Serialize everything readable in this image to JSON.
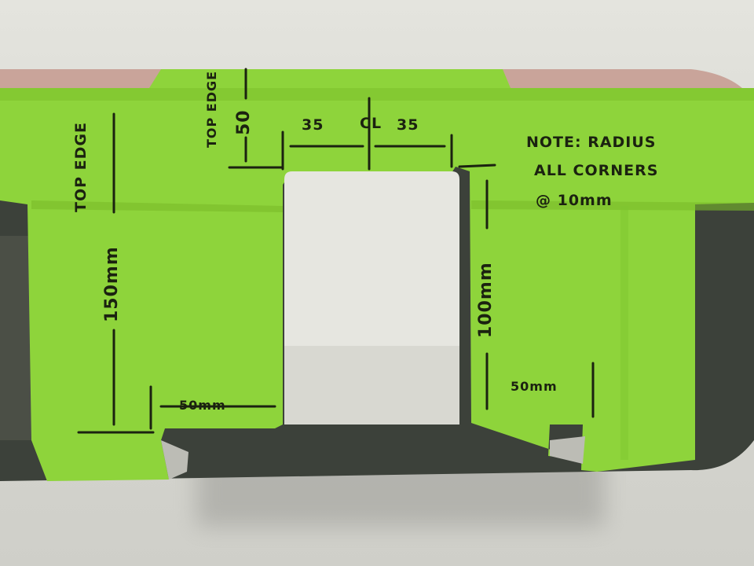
{
  "photo": {
    "subject_colors": {
      "tape": "#8fd43a",
      "tape_shade": "#7cc12d",
      "ink": "#1b2210",
      "bumper_top": "#caa59a",
      "bumper_body": "#3a3f38",
      "wall": "#dcdcd6"
    }
  },
  "annotations": {
    "top_edge_left": "TOP EDGE",
    "top_edge_right": "TOP EDGE",
    "dim_top_50": "50",
    "dim_left_35": "35",
    "centerline": "CL",
    "dim_right_35": "35",
    "note_line1": "NOTE: RADIUS",
    "note_line2": "ALL CORNERS",
    "note_line3": "@ 10mm",
    "dim_150mm": "150mm",
    "dim_100mm": "100mm",
    "dim_50mm_left": "50mm",
    "dim_50mm_right": "50mm"
  }
}
